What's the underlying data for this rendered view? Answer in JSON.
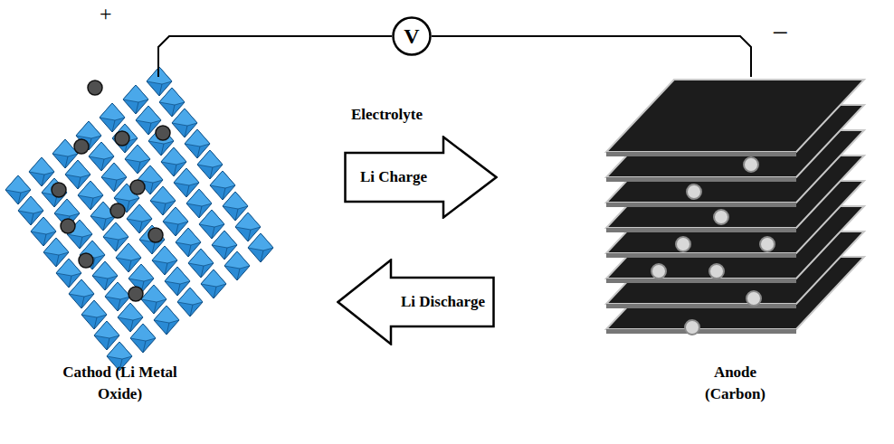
{
  "diagram": {
    "nodes": [
      {
        "text": [
          "V"
        ]
      },
      {
        "text": [
          "Cathod (Li Metal Oxide)"
        ]
      },
      {
        "text": [
          "Li Charge"
        ]
      },
      {
        "text": [
          "Li Discharge"
        ]
      },
      {
        "text": [
          "Anode (Carbon)"
        ]
      }
    ],
    "edges": [
      {
        "from": 1,
        "to": 0,
        "arrow": "none"
      },
      {
        "from": 0,
        "to": 4,
        "arrow": "none"
      }
    ],
    "labels": [
      "+",
      "−",
      "Electrolyte"
    ]
  }
}
